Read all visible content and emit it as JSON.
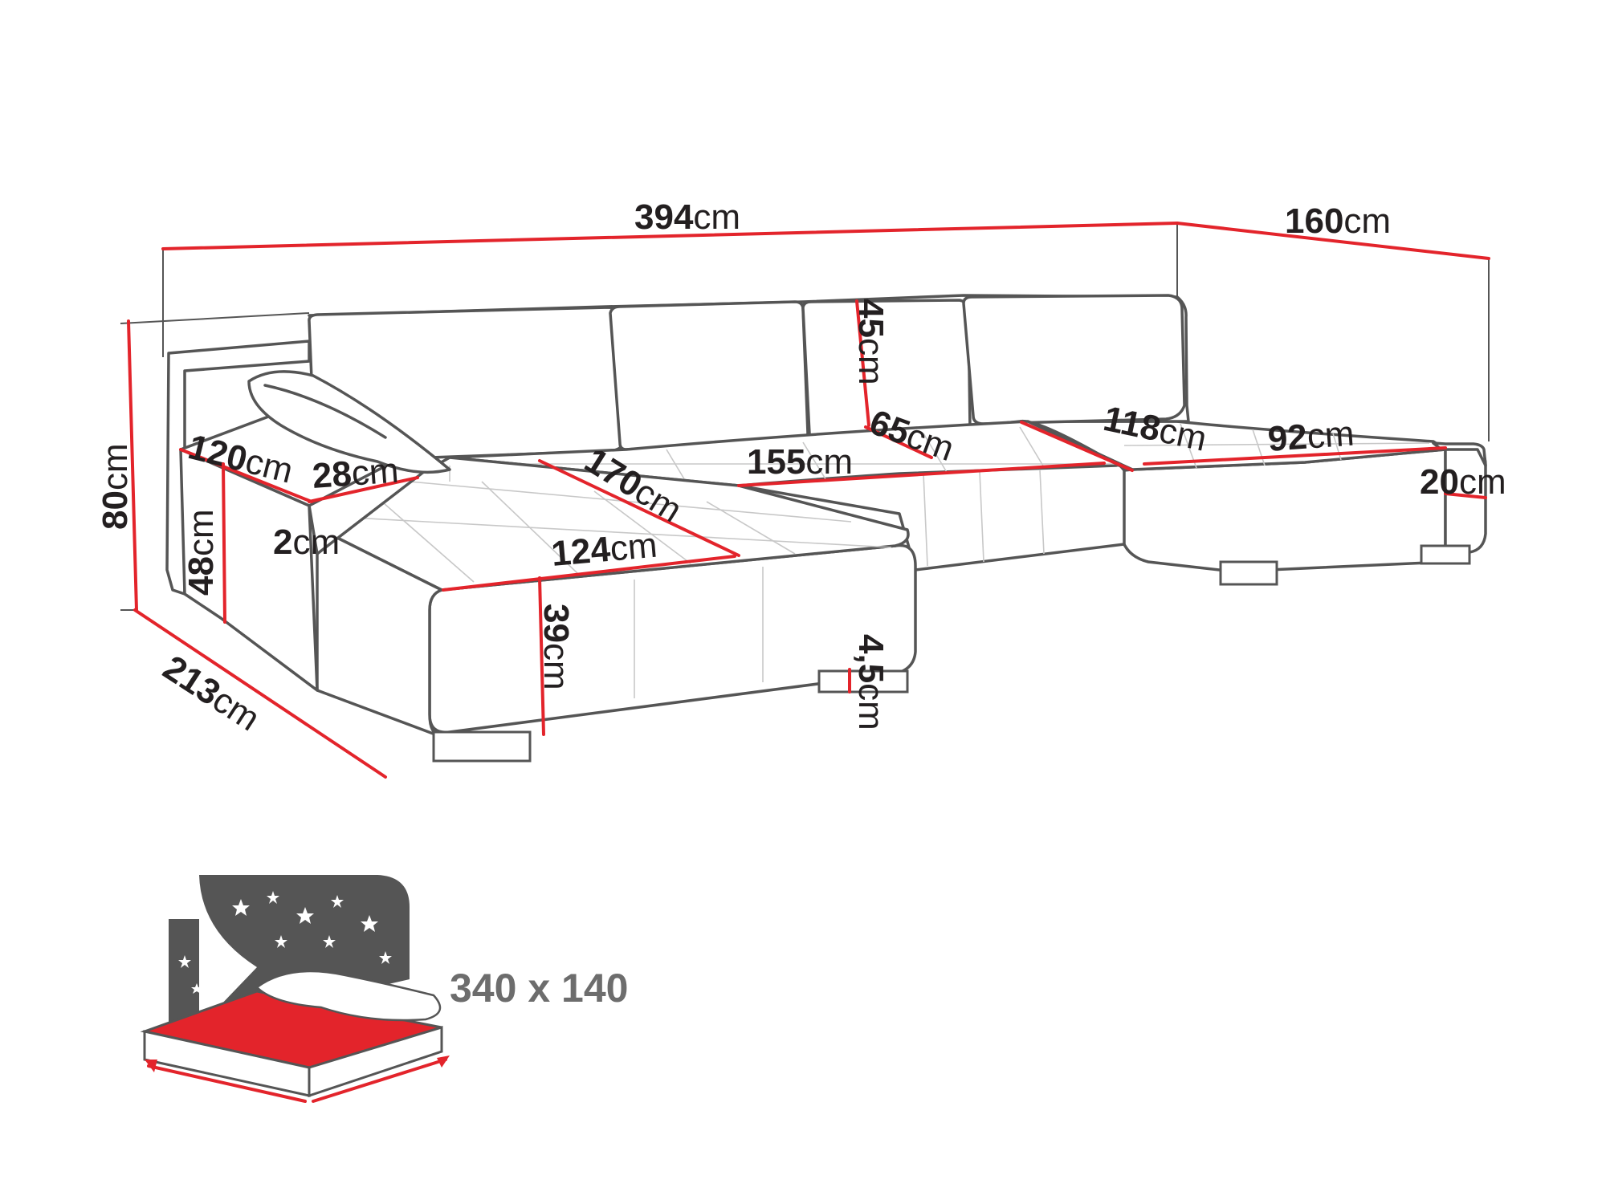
{
  "accent_color": "#e3242b",
  "outline_color": "#555555",
  "dimensions": [
    {
      "id": "overall-width",
      "value": "394",
      "unit": "cm"
    },
    {
      "id": "right-depth",
      "value": "160",
      "unit": "cm"
    },
    {
      "id": "overall-height",
      "value": "80",
      "unit": "cm"
    },
    {
      "id": "left-depth",
      "value": "213",
      "unit": "cm"
    },
    {
      "id": "armrest-length",
      "value": "120",
      "unit": "cm"
    },
    {
      "id": "armrest-width",
      "value": "28",
      "unit": "cm"
    },
    {
      "id": "armrest-height",
      "value": "48",
      "unit": "cm"
    },
    {
      "id": "armrest-gap",
      "value": "2",
      "unit": "cm"
    },
    {
      "id": "chaise-depth",
      "value": "170",
      "unit": "cm"
    },
    {
      "id": "chaise-width",
      "value": "124",
      "unit": "cm"
    },
    {
      "id": "seat-height",
      "value": "39",
      "unit": "cm"
    },
    {
      "id": "leg-height",
      "value": "4,5",
      "unit": "cm"
    },
    {
      "id": "backrest-height",
      "value": "45",
      "unit": "cm"
    },
    {
      "id": "middle-seat-depth",
      "value": "65",
      "unit": "cm"
    },
    {
      "id": "middle-seat-width",
      "value": "155",
      "unit": "cm"
    },
    {
      "id": "right-seat-width",
      "value": "118",
      "unit": "cm"
    },
    {
      "id": "right-chaise-width",
      "value": "92",
      "unit": "cm"
    },
    {
      "id": "right-armrest-height",
      "value": "20",
      "unit": "cm"
    }
  ],
  "sleeping_area": {
    "label": "340 x 140"
  }
}
